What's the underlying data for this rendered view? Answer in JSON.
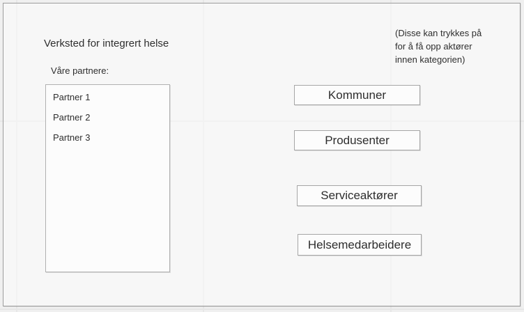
{
  "frame": {
    "title": "Verksted for integrert helse",
    "partners_label": "Våre partnere:",
    "partners": [
      "Partner 1",
      "Partner 2",
      "Partner 3"
    ],
    "annotation": {
      "lines": [
        "(Disse kan trykkes på",
        "for å få opp aktører",
        "innen kategorien)"
      ]
    },
    "category_buttons": [
      {
        "label": "Kommuner"
      },
      {
        "label": "Produsenter"
      },
      {
        "label": "Serviceaktører"
      },
      {
        "label": "Helsemedarbeidere"
      }
    ]
  },
  "colors": {
    "canvas_bg": "#f0f0f0",
    "gridline": "#e7e7e7",
    "frame_border": "#9c9c9c",
    "widget_border": "#a6a6a6",
    "widget_fill": "#fcfcfc",
    "text": "#2e2e2e"
  }
}
